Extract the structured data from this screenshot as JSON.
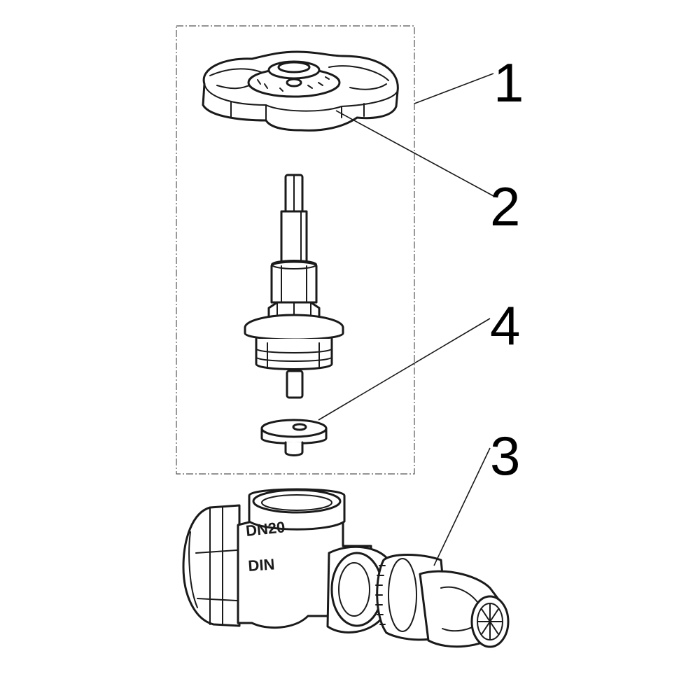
{
  "callouts": {
    "one": "1",
    "two": "2",
    "three": "3",
    "four": "4"
  },
  "body_markings": {
    "size": "DN20",
    "standard": "DIN"
  },
  "colors": {
    "line": "#1a1a1a",
    "background": "#ffffff"
  }
}
